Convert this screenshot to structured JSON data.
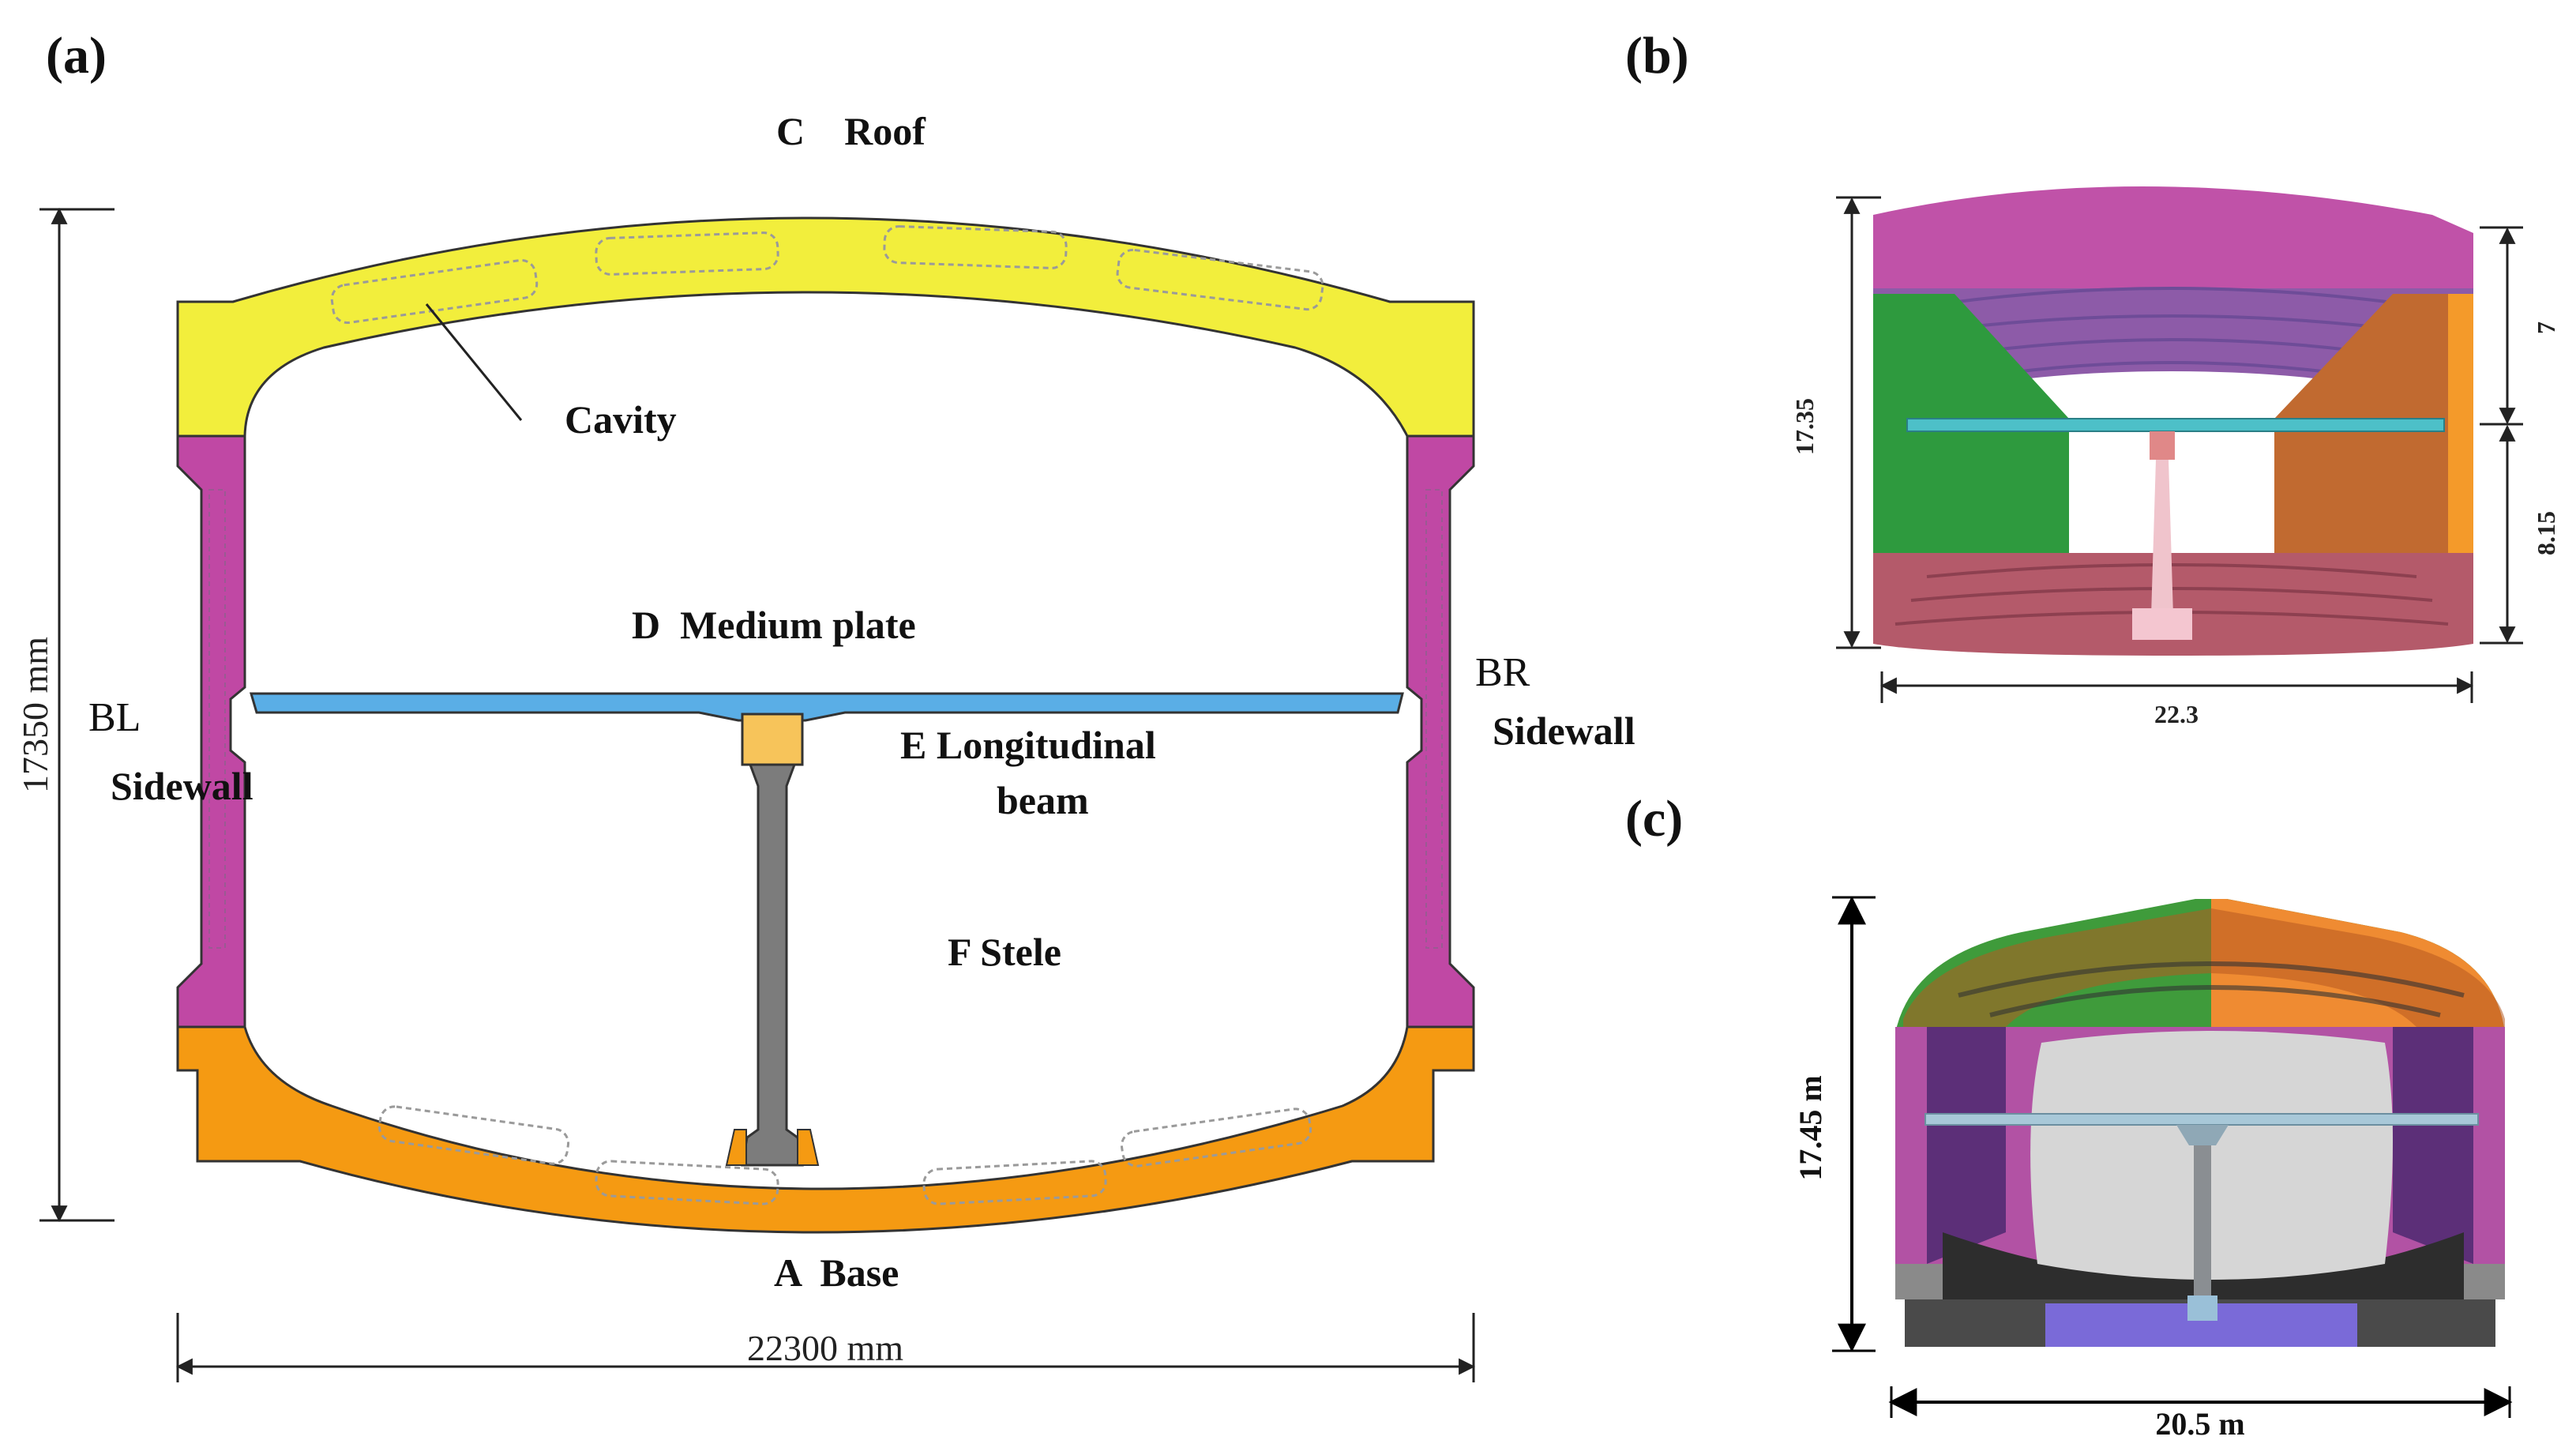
{
  "panel_a": {
    "panel_label": "(a)",
    "labels": {
      "roof": "C    Roof",
      "cavity": "Cavity",
      "medium_plate": "D  Medium plate",
      "beam_line1": "E Longitudinal",
      "beam_line2": "beam",
      "stele": "F Stele",
      "base": "A  Base",
      "bl_code": "BL",
      "bl_name": "Sidewall",
      "br_code": "BR",
      "br_name": "Sidewall"
    },
    "dimensions": {
      "height": "17350 mm",
      "width": "22300 mm"
    }
  },
  "panel_b": {
    "panel_label": "(b)",
    "dimensions": {
      "height": "17.35",
      "upper": "7",
      "lower": "8.15",
      "width": "22.3"
    }
  },
  "panel_c": {
    "panel_label": "(c)",
    "dimensions": {
      "height": "17.45 m",
      "width": "20.5 m"
    }
  },
  "colors": {
    "roof": "#f2ee3c",
    "sidewall": "#c048a4",
    "base": "#f59a12",
    "medium_plate": "#5aaee6",
    "beam": "#f7c45a",
    "stele": "#7c7c7c",
    "outline": "#333333"
  }
}
